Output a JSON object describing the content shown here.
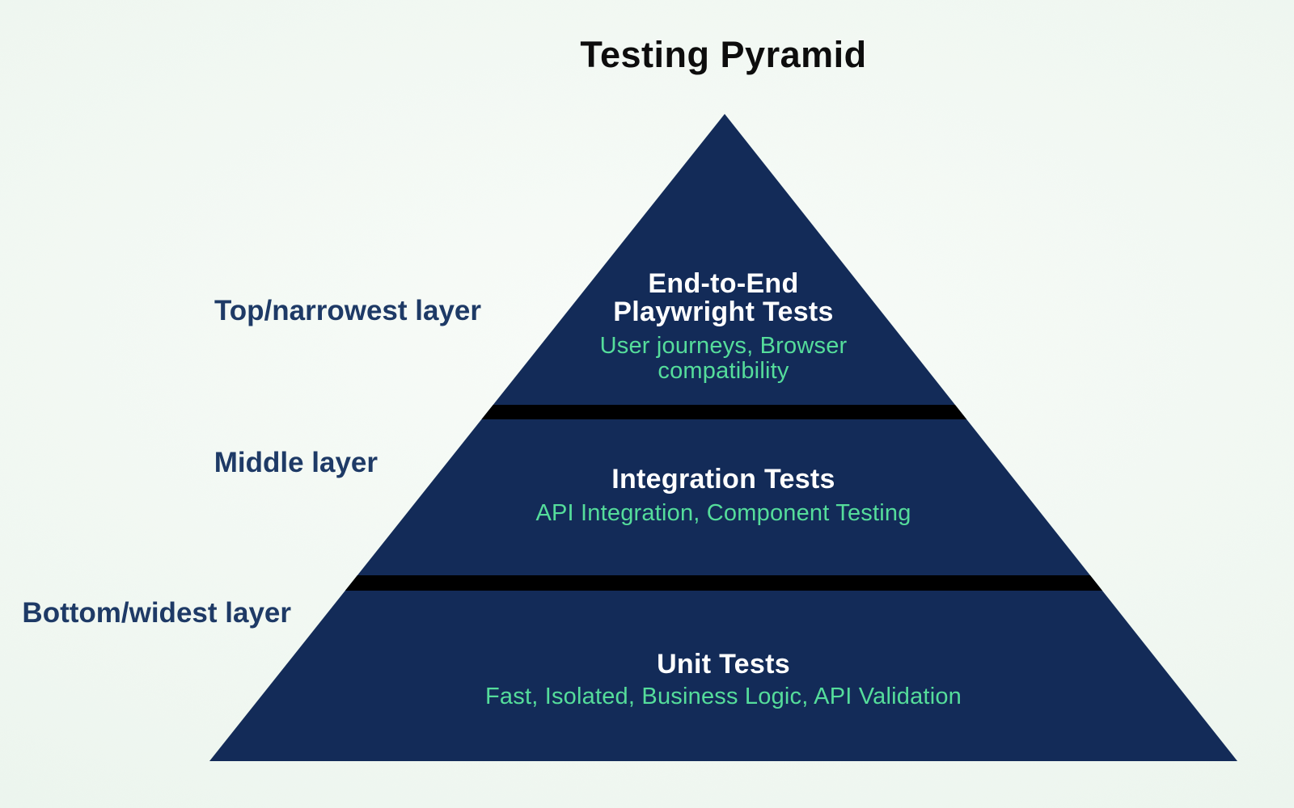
{
  "title": "Testing Pyramid",
  "colors": {
    "background": "#eef6f0",
    "pyramid": "#132b58",
    "divider": "#000000",
    "heading_text": "#ffffff",
    "subtitle_text": "#55dd9b",
    "label_text": "#1e3a66",
    "title_text": "#0d0d0d"
  },
  "side_labels": {
    "top": "Top/narrowest layer",
    "middle": "Middle layer",
    "bottom": "Bottom/widest layer"
  },
  "layers": {
    "top": {
      "title_line1": "End-to-End",
      "title_line2": "Playwright Tests",
      "subtitle_line1": "User journeys, Browser",
      "subtitle_line2": "compatibility"
    },
    "middle": {
      "title": "Integration Tests",
      "subtitle": "API Integration, Component Testing"
    },
    "bottom": {
      "title": "Unit Tests",
      "subtitle": "Fast, Isolated, Business Logic, API Validation"
    }
  }
}
